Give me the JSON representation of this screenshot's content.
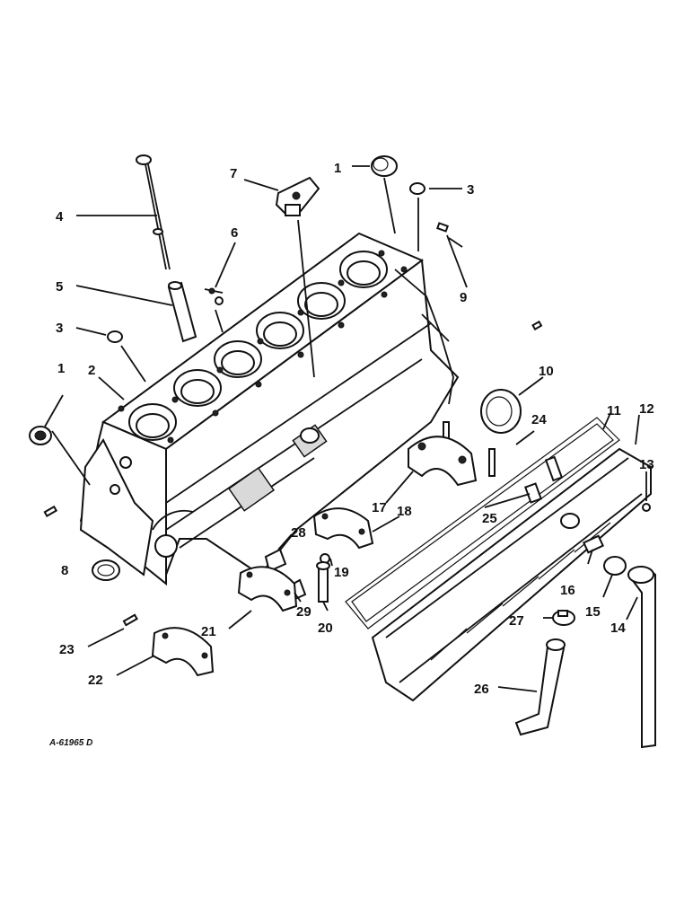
{
  "diagram": {
    "drawing_number": "A-61965 D",
    "part_labels": [
      "1",
      "2",
      "3",
      "4",
      "5",
      "6",
      "7",
      "1",
      "3",
      "9",
      "10",
      "11",
      "12",
      "13",
      "24",
      "17",
      "18",
      "25",
      "8",
      "28",
      "19",
      "16",
      "15",
      "21",
      "29",
      "20",
      "27",
      "14",
      "23",
      "22",
      "26"
    ]
  }
}
